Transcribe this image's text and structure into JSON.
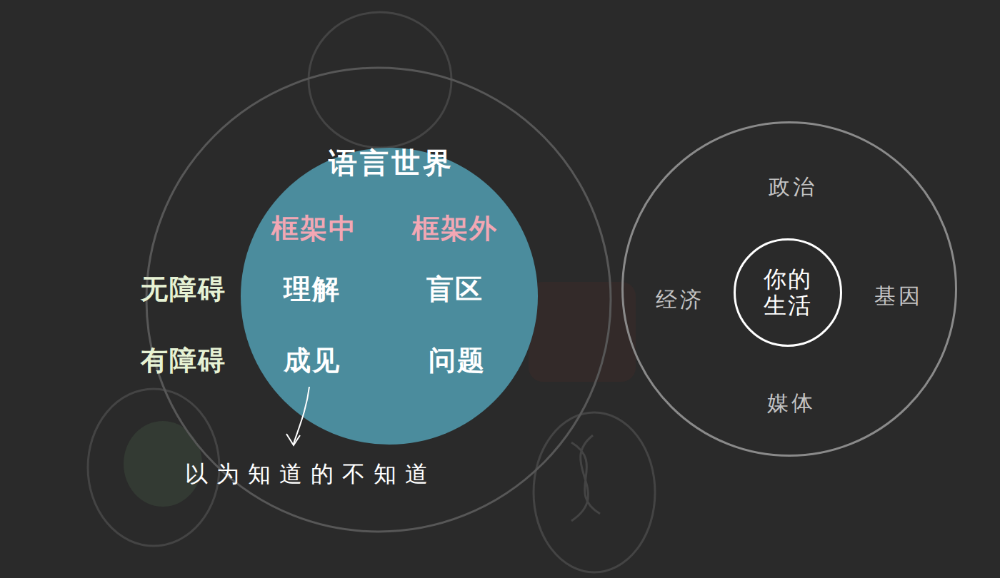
{
  "diagram": {
    "nodes": [
      {
        "text": [
          "语言世界"
        ]
      },
      {
        "text": [
          "政治",
          "经济",
          "基因",
          "媒体"
        ]
      },
      {
        "text": [
          "你的 生活"
        ],
        "in": 1
      }
    ],
    "labels": [
      "框架中",
      "框架外",
      "无障碍",
      "理解",
      "盲区",
      "有障碍",
      "成见",
      "问题",
      "以为知道的不知道"
    ]
  }
}
